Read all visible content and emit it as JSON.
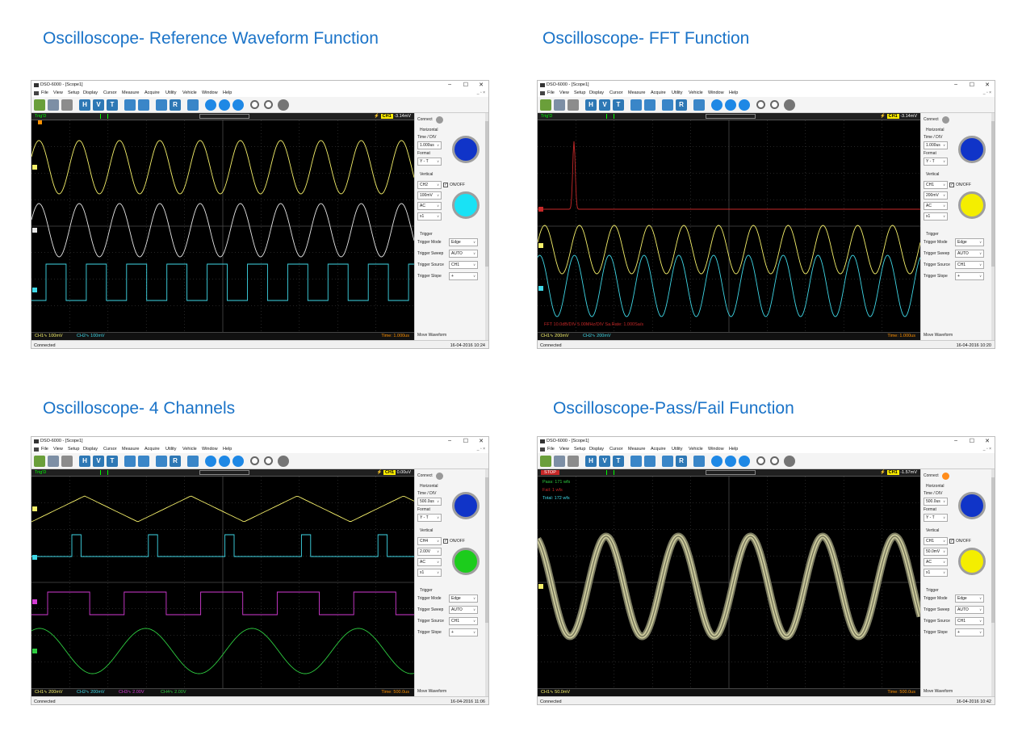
{
  "titles": {
    "ref": "Oscilloscope- Reference Waveform Function",
    "fft": "Oscilloscope- FFT Function",
    "four": "Oscilloscope- 4 Channels",
    "pass": "Oscilloscope-Pass/Fail Function"
  },
  "app": {
    "window_title": "DSO-6000 - [Scope1]",
    "menu": [
      "File",
      "View",
      "Setup",
      "Display",
      "Cursor",
      "Measure",
      "Acquire",
      "Utility",
      "Vehicle",
      "Window",
      "Help"
    ],
    "mdi_controls": "_ ▫ ×",
    "toolbar_letters": [
      "H",
      "V",
      "T",
      "R"
    ],
    "connect": "Connect",
    "horizontal": "Horizontal",
    "time_div": "Time / DIV",
    "format": "Format",
    "format_value": "Y - T",
    "vertical": "Vertical",
    "onoff": "ON/OFF",
    "trigger": "Trigger",
    "trigger_mode": "Trigger Mode",
    "trigger_sweep": "Trigger Sweep",
    "trigger_source": "Trigger Source",
    "trigger_slope": "Trigger Slope",
    "edge": "Edge",
    "auto": "AUTO",
    "ch1": "CH1",
    "plus": "+",
    "move_waveform": "Move Waveform",
    "connected": "Connected"
  },
  "windows": [
    {
      "state": "Trig'D",
      "trig_readout": "-3.14mV",
      "time_div": "1.000us",
      "vert_channel": "CH2",
      "volts": "100mV",
      "coupling": "AC",
      "probe": "x1",
      "channels": [
        "CH1∿ 100mV",
        "CH2∿ 100mV"
      ],
      "time": "Time: 1.000us",
      "datetime": "16-04-2016  10:24",
      "knob_h_color": "#1034c8",
      "knob_v_color": "#19e2f5"
    },
    {
      "state": "Trig'D",
      "trig_readout": "-3.14mV",
      "time_div": "1.000us",
      "vert_channel": "CH1",
      "volts": "200mV",
      "coupling": "AC",
      "probe": "x1",
      "channels": [
        "CH1∿ 200mV",
        "CH2∿ 200mV"
      ],
      "time": "Time: 1.000us",
      "datetime": "16-04-2016  10:20",
      "fft_label": "FFT    10.0dB/DIV    5.00MHz/DIV    Sa.Rate: 1.000Sa/s",
      "knob_h_color": "#1034c8",
      "knob_v_color": "#f4ee00"
    },
    {
      "state": "Trig'D",
      "trig_readout": "0.00uV",
      "time_div": "500.0us",
      "vert_channel": "CH4",
      "volts": "2.00V",
      "coupling": "AC",
      "probe": "x1",
      "channels": [
        "CH1∿ 200mV",
        "CH2∿ 200mV",
        "CH3∿ 2.00V",
        "CH4∿ 2.00V"
      ],
      "time": "Time: 500.0us",
      "datetime": "16-04-2016  11:06",
      "knob_h_color": "#1034c8",
      "knob_v_color": "#1ccc1c"
    },
    {
      "state": "STOP",
      "trig_readout": "-1.57mV",
      "time_div": "500.0us",
      "vert_channel": "CH1",
      "volts": "50.0mV",
      "coupling": "AC",
      "probe": "x1",
      "channels": [
        "CH1∿ 50.0mV"
      ],
      "time": "Time: 500.0us",
      "datetime": "16-04-2016  10:42",
      "pass": "Pass: 171 wfs",
      "fail": "Fail: 1 wfs",
      "total": "Total: 172 wfs",
      "knob_h_color": "#1034c8",
      "knob_v_color": "#f4ee00"
    }
  ],
  "colors": {
    "title_blue": "#1a73c8",
    "ch1": "#f5f06a",
    "ch2": "#3fd7e6",
    "ch3": "#d33ad3",
    "ch4": "#2ecc40",
    "ref": "#e6e6e6",
    "fft": "#c62828",
    "grid": "#4a4a4a"
  }
}
